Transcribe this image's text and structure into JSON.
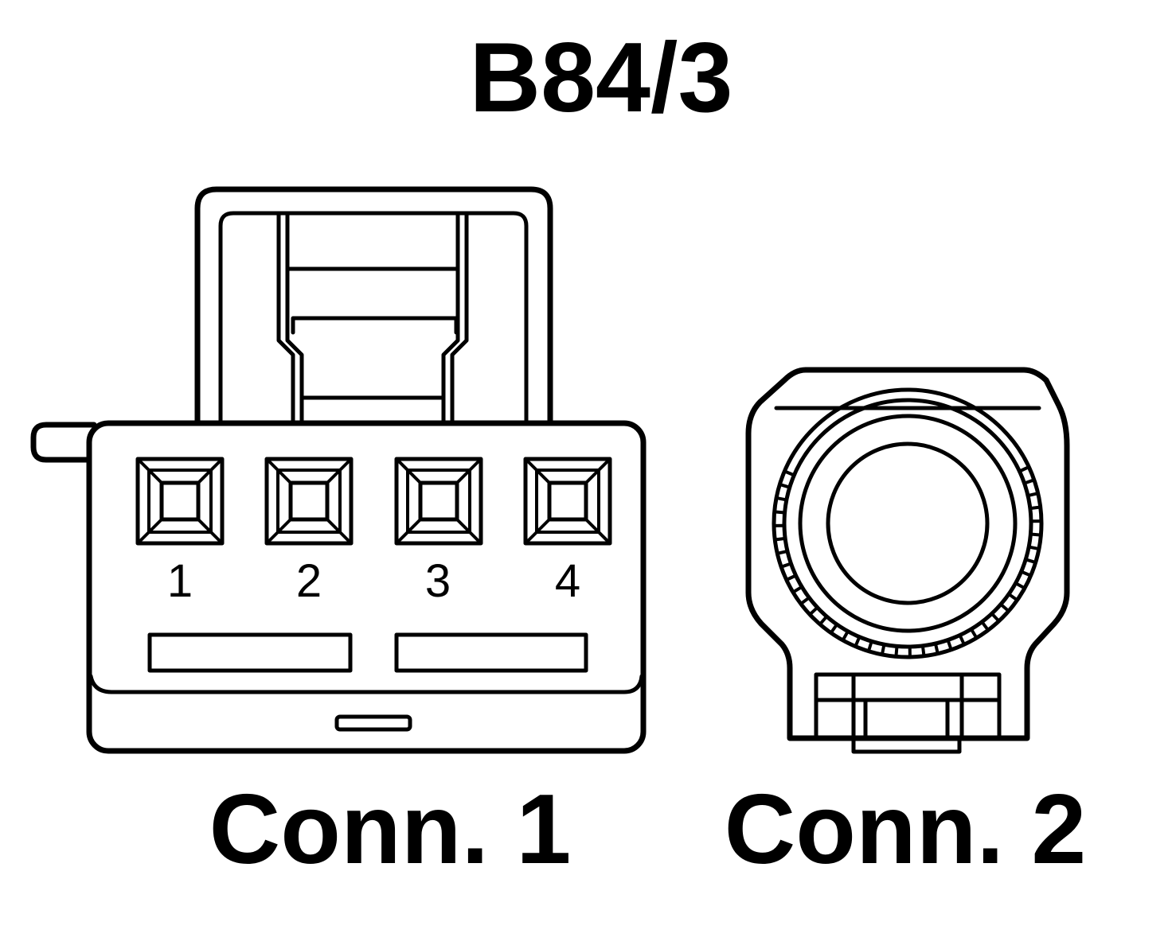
{
  "title": "B84/3",
  "connector1": {
    "label": "Conn. 1",
    "pins": [
      "1",
      "2",
      "3",
      "4"
    ]
  },
  "connector2": {
    "label": "Conn. 2"
  },
  "colors": {
    "line": "#000000",
    "background": "#ffffff"
  }
}
